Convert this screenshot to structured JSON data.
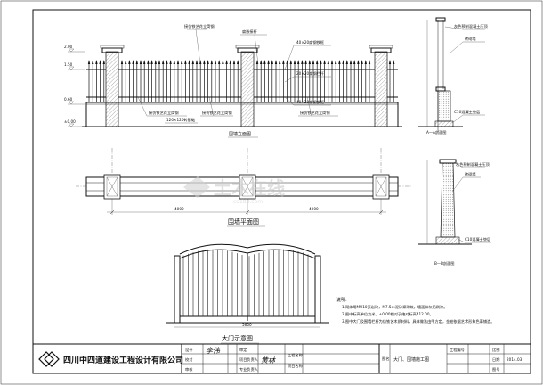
{
  "elevation": {
    "callouts": {
      "left_top": "接仿铁艺花立筒钢",
      "mid_top": "扁嵌接杆",
      "right_top1": "40×20扁钢铁框",
      "right_top2": "20×20扁钢栏杆",
      "right_top3": "40×20扁钢铁框",
      "left_bottom": "接仿铁艺花立筒钢",
      "mid_bottom": "接仿铁艺花立筒钢",
      "right_bottom": "接仿铁艺花立筒钢",
      "pier": "120×120砖基础"
    },
    "title": "围墙立面图",
    "levels": [
      "±0.00",
      "0.60",
      "1.50",
      "2.00"
    ]
  },
  "section_aa": {
    "callouts": [
      "灰色预制混凝土压顶",
      "砖砌墙",
      "C10混凝土垫层"
    ],
    "title": "A—A剖面图"
  },
  "plan": {
    "title": "围墙平面图",
    "dims": [
      "4000",
      "4000"
    ]
  },
  "section_bb": {
    "callouts": [
      "灰色预制混凝土压顶",
      "砖砌墙",
      "C10混凝土垫层"
    ],
    "title": "B—B剖面图"
  },
  "gate": {
    "title": "大门示意图",
    "dim": "5600"
  },
  "notes": {
    "heading": "说明:",
    "items": [
      "1.砌体用MU10页岩砖，M7.5水泥砂浆砌筑，墙面抹灰后刷涂。",
      "2.图中标高单位为米，±0.00相对于绝对标高412.00。",
      "3.图中大门及围墙栏杆为仿铁艺木质材料，具体做法由甲方定，金铂依据艺术形象色彩铺造。"
    ]
  },
  "watermark": {
    "text": "土木在线",
    "sub": "co188.com"
  },
  "title_block": {
    "company": "四川中四道建设工程设计有限公司",
    "rows": [
      "设计",
      "校对",
      "审核",
      "审定",
      "项目负责人",
      "专业负责人"
    ],
    "signatures": [
      "李伟",
      "黄林"
    ],
    "project_label": "工程名称",
    "item_label": "项目名称",
    "drawing_label": "图名",
    "drawing_name": "大门、围墙施工图",
    "sheet_no_label": "工程编号",
    "scale_label": "比例",
    "date_label": "日期",
    "date": "2014.03",
    "sheet_label": "图号"
  },
  "colors": {
    "line": "#111111",
    "pier_hatch": "#b9b9b9",
    "watermark": "#d0d0d0"
  }
}
